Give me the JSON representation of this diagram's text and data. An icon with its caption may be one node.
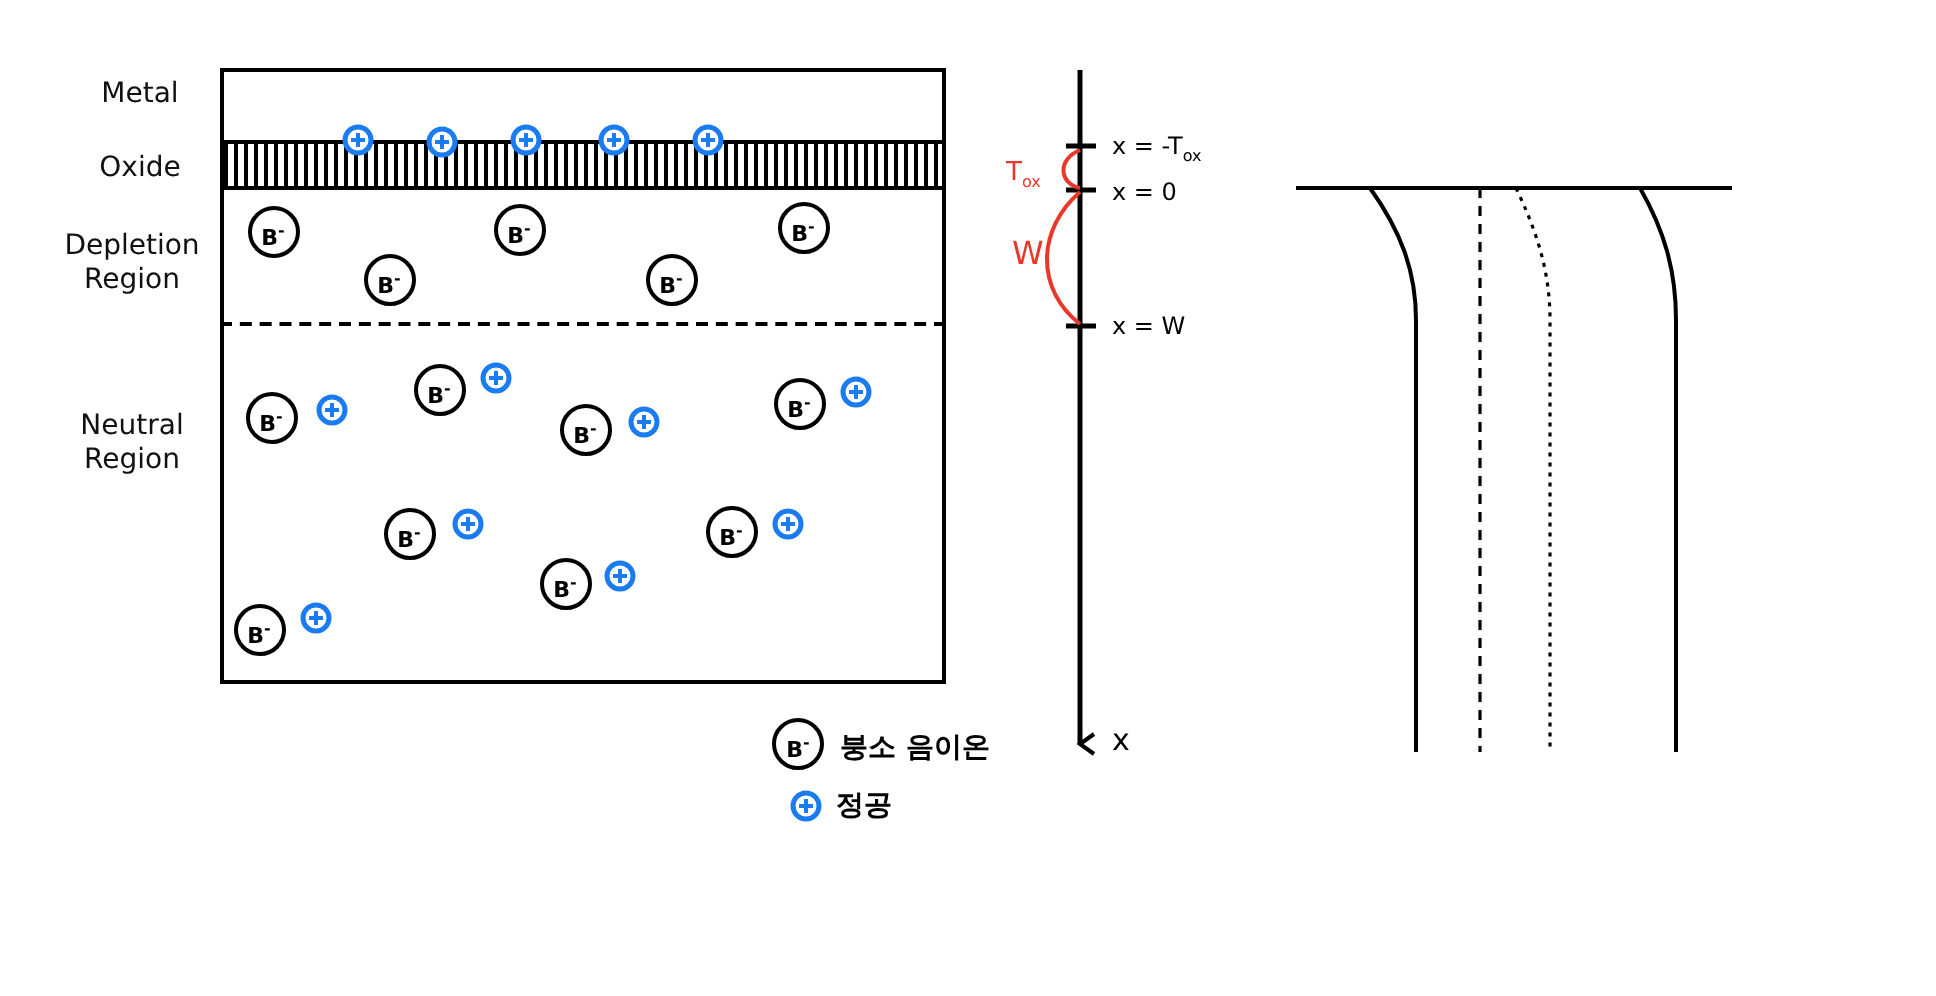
{
  "diagram": {
    "nodes": [
      {
        "text": [
          "Metal"
        ]
      },
      {
        "text": [
          "Oxide"
        ]
      },
      {
        "text": [
          "Depletion Region"
        ]
      },
      {
        "text": [
          "Neutral Region"
        ]
      },
      {
        "text": [
          "B$^{-}$"
        ],
        "in": 2
      },
      {
        "text": [
          "B$^{-}$"
        ],
        "in": 2
      },
      {
        "text": [
          "B$^{-}$"
        ],
        "in": 2
      },
      {
        "text": [
          "B$^{-}$"
        ],
        "in": 2
      },
      {
        "text": [
          "B$^{-}$"
        ],
        "in": 2
      },
      {
        "text": [
          "B$^{-}$"
        ],
        "in": 3
      },
      {
        "text": [
          "B$^{-}$"
        ],
        "in": 3
      },
      {
        "text": [
          "B$^{-}$"
        ],
        "in": 3
      },
      {
        "text": [
          "B$^{-}$"
        ],
        "in": 3
      },
      {
        "text": [
          "B$^{-}$"
        ],
        "in": 3
      },
      {
        "text": [
          "B$^{-}$"
        ],
        "in": 3
      },
      {
        "text": [
          "B$^{-}$"
        ],
        "in": 3
      },
      {
        "text": [
          "B$^{-}$"
        ],
        "in": 3
      }
    ],
    "labels": [
      "T$_{ox}$",
      "x = -T$_{ox}$",
      "x = 0",
      "W",
      "x = W",
      "x",
      "B$^{-}$"
    ],
    "legend": [
      {
        "text": "붕소 음이온"
      },
      {
        "text": "정공"
      }
    ]
  }
}
